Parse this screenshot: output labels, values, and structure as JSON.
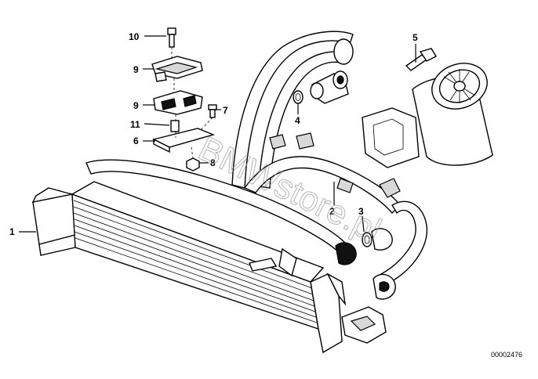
{
  "callouts": {
    "c1": "1",
    "c2": "2",
    "c3": "3",
    "c4": "4",
    "c5": "5",
    "c6": "6",
    "c7": "7",
    "c8": "8",
    "c9a": "9",
    "c9b": "9",
    "c10": "10",
    "c11": "11"
  },
  "watermark": "BMWstore.pl",
  "drawing_number": "00002476"
}
